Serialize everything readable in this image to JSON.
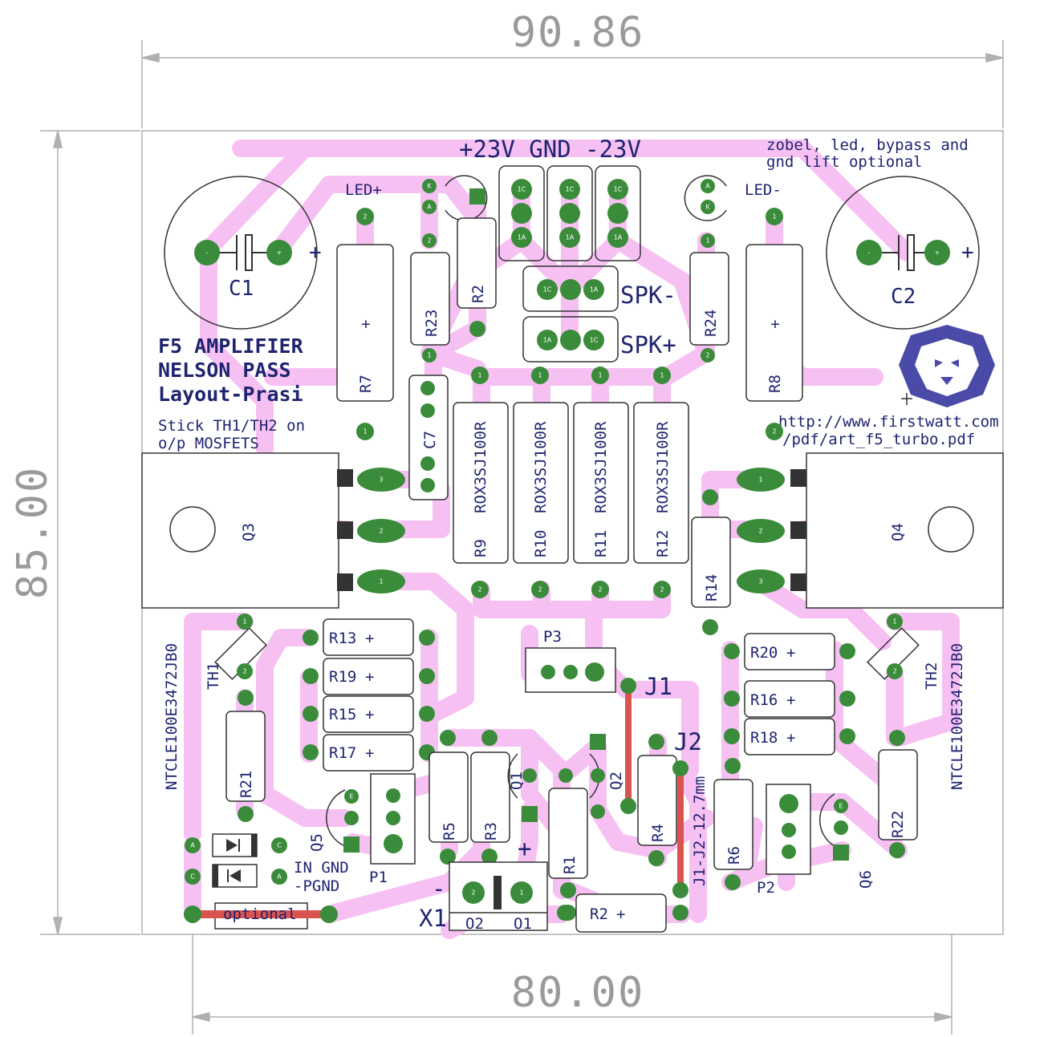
{
  "dimensions": {
    "width_top": "90.86",
    "height_left": "85.00",
    "width_bottom": "80.00"
  },
  "board_text": {
    "title_line1": "F5 AMPLIFIER",
    "title_line2": "NELSON PASS",
    "title_line3": "Layout-Prasi",
    "note_stick_1": "Stick TH1/TH2 on",
    "note_stick_2": "o/p MOSFETS",
    "note_optional_1": "zobel, led, bypass and",
    "note_optional_2": "gnd lift optional",
    "url_1": "http://www.firstwatt.com",
    "url_2": "/pdf/art_f5_turbo.pdf",
    "power_label": "+23V GND -23V",
    "spk_minus": "SPK-",
    "spk_plus": "SPK+",
    "in_gnd_1": "IN GND",
    "in_gnd_2": "-PGND",
    "optional": "optional",
    "j1j2": "J1-J2-12.7mm",
    "thermistor_part": "NTCLE100E3472JB0",
    "resistor_part": "ROX3SJ100R",
    "plus": "+",
    "minus": "-"
  },
  "components": {
    "C1": "C1",
    "C2": "C2",
    "C7": "C7",
    "LED_P": "LED+",
    "LED_M": "LED-",
    "R1": "R1",
    "R2a": "R2",
    "R2b": "R2",
    "R3": "R3",
    "R4": "R4",
    "R5": "R5",
    "R6": "R6",
    "R7": "R7",
    "R8": "R8",
    "R9": "R9",
    "R10": "R10",
    "R11": "R11",
    "R12": "R12",
    "R13": "R13",
    "R14": "R14",
    "R15": "R15",
    "R16": "R16",
    "R17": "R17",
    "R18": "R18",
    "R19": "R19",
    "R20": "R20",
    "R21": "R21",
    "R22": "R22",
    "R23": "R23",
    "R24": "R24",
    "Q1": "Q1",
    "Q2": "Q2",
    "Q3": "Q3",
    "Q4": "Q4",
    "Q5": "Q5",
    "Q6": "Q6",
    "TH1": "TH1",
    "TH2": "TH2",
    "P1": "P1",
    "P2": "P2",
    "P3": "P3",
    "J1": "J1",
    "J2": "J2",
    "X1": "X1",
    "X1_pin2": "O2",
    "X1_pin1": "O1"
  },
  "pad_labels": {
    "p1": "1",
    "p2": "2",
    "p3": "3",
    "pA": "A",
    "pC": "C",
    "pK": "K",
    "pE": "E",
    "p1C": "1C",
    "p1A": "1A"
  },
  "colors": {
    "trace": "#f7c0f3",
    "pad": "#3a8c3a",
    "silk": "#1f2470",
    "jumper": "#d9534f",
    "dimension": "#9a9a9a"
  },
  "logo": "lion-logo"
}
